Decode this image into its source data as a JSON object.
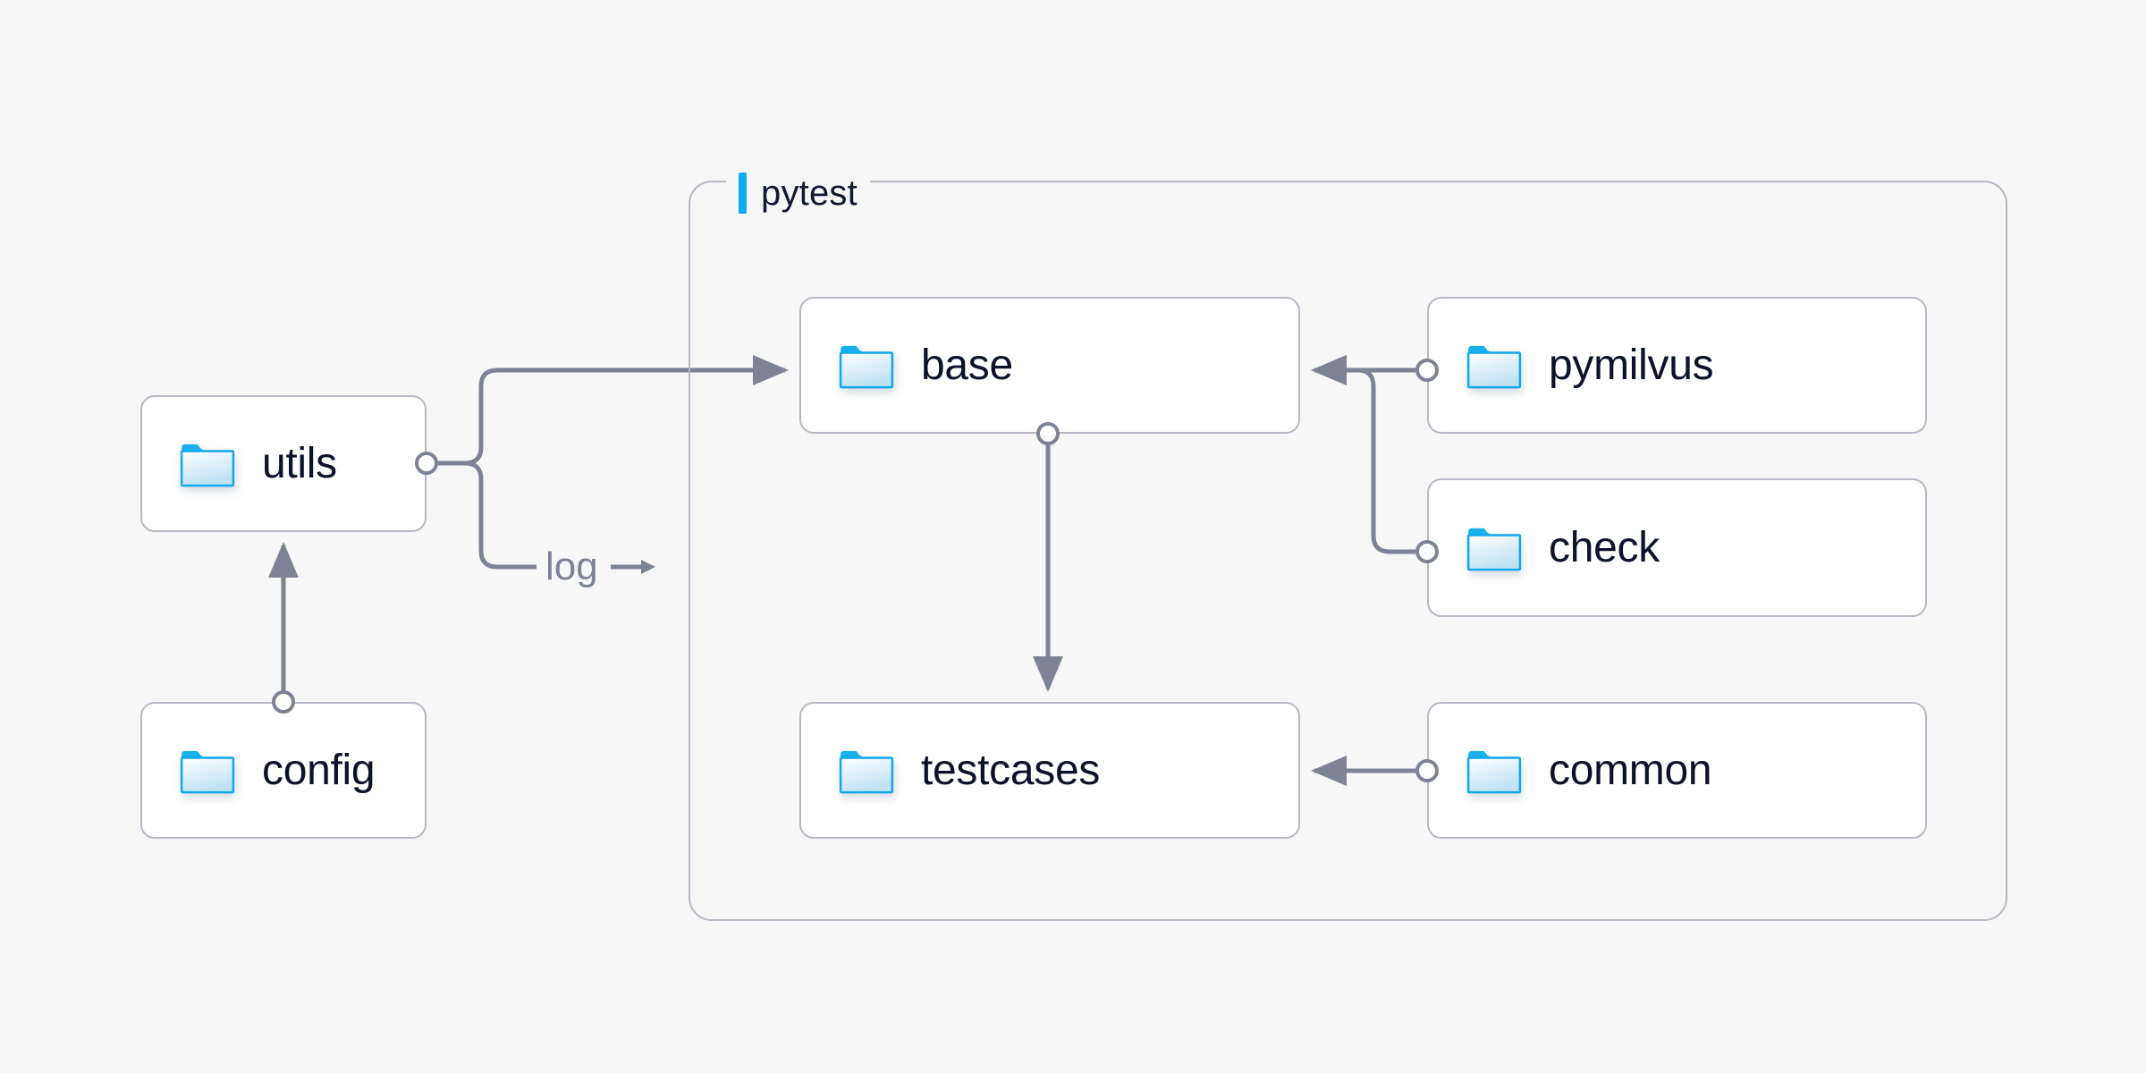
{
  "canvas": {
    "background_color": "#f7f7f7",
    "node_fill": "#ffffff",
    "node_border_color": "#b9b8c6",
    "edge_color": "#7e8295",
    "text_color": "#0b1229",
    "accent_color": "#0eacee",
    "folder_icon_color": "#0eacee"
  },
  "group": {
    "label": "pytest",
    "icon": "accent-bar-icon"
  },
  "nodes": [
    {
      "id": "utils",
      "label": "utils",
      "icon": "folder-icon"
    },
    {
      "id": "config",
      "label": "config",
      "icon": "folder-icon"
    },
    {
      "id": "base",
      "label": "base",
      "icon": "folder-icon"
    },
    {
      "id": "testcases",
      "label": "testcases",
      "icon": "folder-icon"
    },
    {
      "id": "pymilvus",
      "label": "pymilvus",
      "icon": "folder-icon"
    },
    {
      "id": "check",
      "label": "check",
      "icon": "folder-icon"
    },
    {
      "id": "common",
      "label": "common",
      "icon": "folder-icon"
    }
  ],
  "edges": [
    {
      "from": "config",
      "to": "utils",
      "label": ""
    },
    {
      "from": "utils",
      "to": "base",
      "label": ""
    },
    {
      "from": "utils",
      "to": "pytest",
      "label": "log"
    },
    {
      "from": "base",
      "to": "testcases",
      "label": ""
    },
    {
      "from": "pymilvus",
      "to": "base",
      "label": ""
    },
    {
      "from": "check",
      "to": "base",
      "label": ""
    },
    {
      "from": "common",
      "to": "testcases",
      "label": ""
    }
  ],
  "edge_labels": {
    "log": "log"
  }
}
